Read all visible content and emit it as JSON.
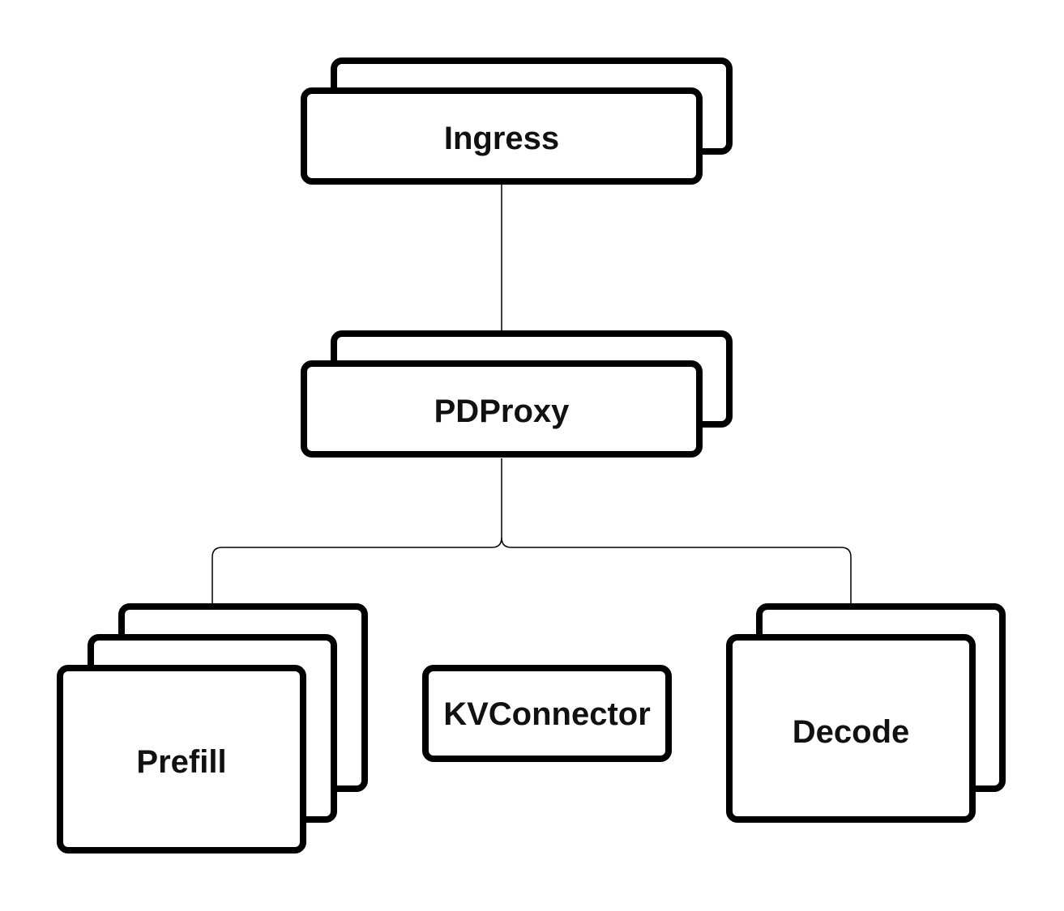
{
  "diagram": {
    "nodes": {
      "ingress": {
        "label": "Ingress"
      },
      "pdproxy": {
        "label": "PDProxy"
      },
      "prefill": {
        "label": "Prefill"
      },
      "kvconnector": {
        "label": "KVConnector"
      },
      "decode": {
        "label": "Decode"
      }
    },
    "edges": [
      {
        "from": "ingress",
        "to": "pdproxy"
      },
      {
        "from": "pdproxy",
        "to": "prefill"
      },
      {
        "from": "pdproxy",
        "to": "decode"
      }
    ]
  },
  "colors": {
    "stroke": "#000000",
    "fill": "#ffffff",
    "text": "#111111"
  }
}
